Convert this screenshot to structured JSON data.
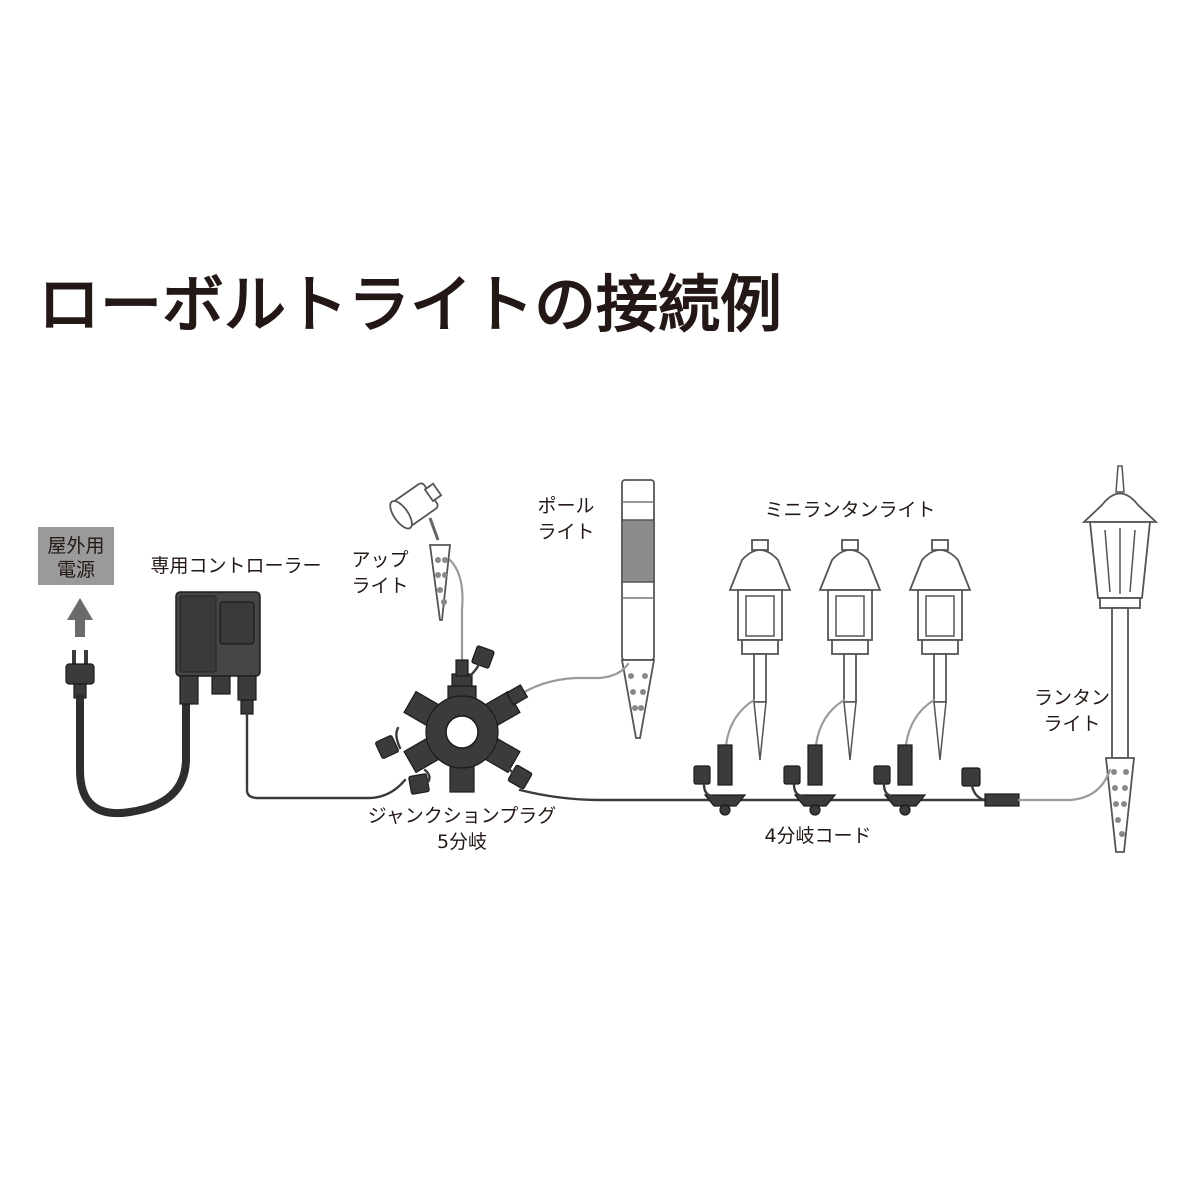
{
  "title": "ローボルトライトの接続例",
  "labels": {
    "power_line1": "屋外用",
    "power_line2": "電源",
    "controller": "専用コントローラー",
    "up_light_line1": "アップ",
    "up_light_line2": "ライト",
    "pole_light_line1": "ポール",
    "pole_light_line2": "ライト",
    "mini_lantern": "ミニランタンライト",
    "lantern_line1": "ランタン",
    "lantern_line2": "ライト",
    "junction_line1": "ジャンクションプラグ",
    "junction_line2": "5分岐",
    "branch_cord": "4分岐コード"
  },
  "colors": {
    "text": "#231815",
    "power_box": "#9a9a9a",
    "component_dark": "#3b3b3b"
  }
}
